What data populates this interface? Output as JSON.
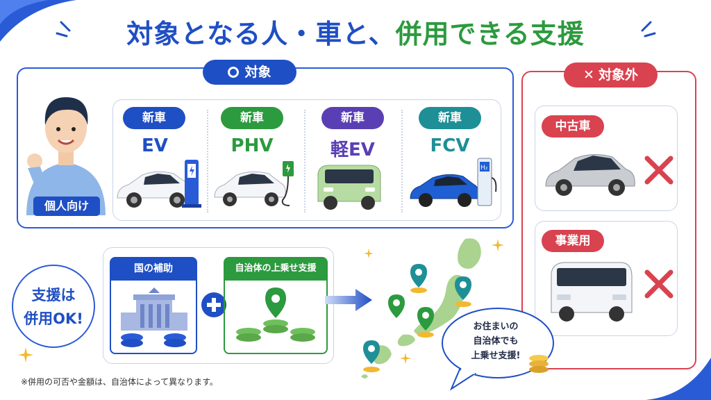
{
  "title": {
    "part1": "対象となる人・車と、",
    "part2": "併用できる支援"
  },
  "target": {
    "label": "対象",
    "person_label": "個人向け",
    "cars": [
      {
        "badge": "新車",
        "name": "EV",
        "color": "#1f4fc4"
      },
      {
        "badge": "新車",
        "name": "PHV",
        "color": "#2c9a3e"
      },
      {
        "badge": "新車",
        "name": "軽EV",
        "color": "#5a3fb4"
      },
      {
        "badge": "新車",
        "name": "FCV",
        "color": "#1e8f96"
      }
    ]
  },
  "excluded": {
    "label": "対象外",
    "items": [
      {
        "badge": "中古車"
      },
      {
        "badge": "事業用"
      }
    ]
  },
  "support": {
    "combo_text_1": "支援は",
    "combo_text_2": "併用OK!",
    "national": "国の補助",
    "local": "自治体の上乗せ支援",
    "bubble_1": "お住まいの",
    "bubble_2": "自治体でも",
    "bubble_3": "上乗せ支援!"
  },
  "note": "※併用の可否や金額は、自治体によって異なります。",
  "colors": {
    "blue": "#1f4fc4",
    "green": "#2c9a3e",
    "red": "#d9424f",
    "purple": "#5a3fb4",
    "teal": "#1e8f96"
  }
}
